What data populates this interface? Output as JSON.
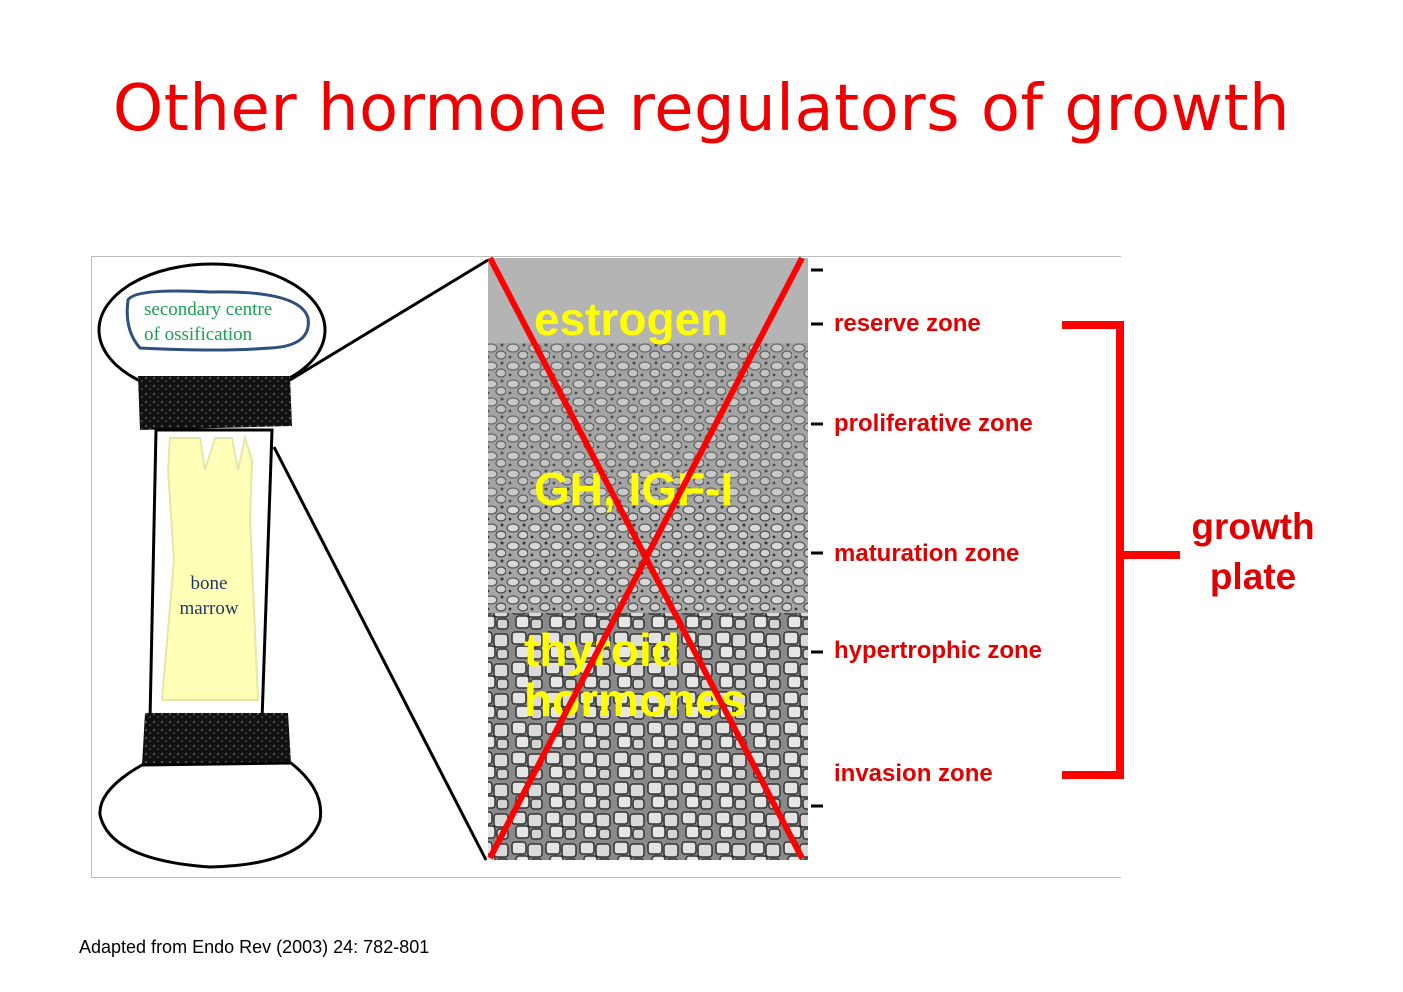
{
  "title": "Other hormone regulators of growth",
  "bone": {
    "secondary_centre": [
      "secondary centre",
      "of ossification"
    ],
    "marrow": [
      "bone",
      "marrow"
    ]
  },
  "hormones": {
    "top": "estrogen",
    "middle": "GH, IGF-I",
    "bottom": [
      "thyroid",
      "hormones"
    ]
  },
  "zones": [
    "reserve zone",
    "proliferative zone",
    "maturation zone",
    "hypertrophic zone",
    "invasion zone"
  ],
  "growth_plate": [
    "growth",
    "plate"
  ],
  "citation": "Adapted from  Endo Rev (2003) 24: 782-801",
  "colors": {
    "title": "#ee0000",
    "labels": "#e00000",
    "hormone_text": "#ffff00",
    "cross": "#ff0000",
    "secondary_centre_text": "#1aa050",
    "secondary_centre_outline": "#2f4f7f",
    "marrow_fill": "#ffffb8",
    "marrow_text": "#1f3864"
  }
}
